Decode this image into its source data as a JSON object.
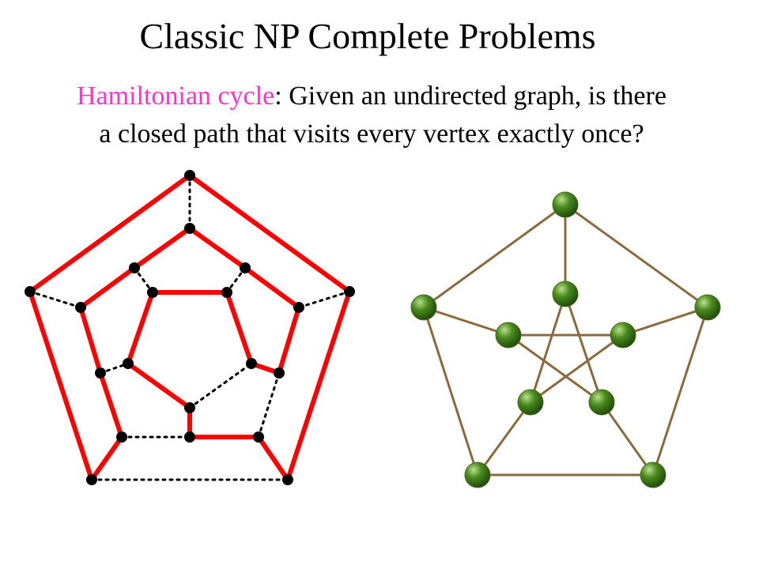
{
  "title": "Classic NP Complete Problems",
  "definition": {
    "term": "Hamiltonian cycle",
    "line1_rest": ": Given an undirected graph, is there",
    "line2": "a closed path that visits every vertex exactly once?"
  },
  "colors": {
    "term": "#ff33cc",
    "cycle_edge": "#ff0000",
    "non_cycle_edge": "#000000",
    "dodecahedron_vertex": "#000000",
    "petersen_edge": "#8b6b3d",
    "petersen_vertex": "#4a8a1e"
  }
}
